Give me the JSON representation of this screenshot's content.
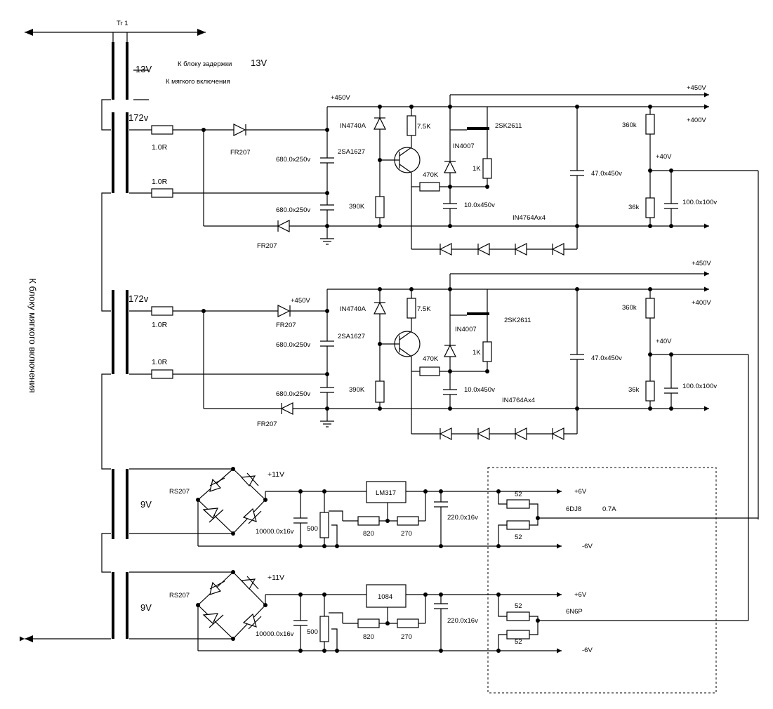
{
  "transformer": {
    "name": "Tr 1"
  },
  "windings": {
    "w13": "13V",
    "w172a": "172v",
    "w172b": "172v",
    "w9a": "9V",
    "w9b": "9V"
  },
  "notes": {
    "delay_label": "К блоку задержки",
    "delay_volt": "13V",
    "soft_label": "К мягкого  включения",
    "side_label": "К блоку мягкого включения"
  },
  "channel1": {
    "rail_top": "+450V",
    "out_hi": "+450V",
    "out_mid": "+400V",
    "out_low": "+40V",
    "r_top": "1.0R",
    "r_bot": "1.0R",
    "d_top": "FR207",
    "d_bot": "FR207",
    "c_top": "680.0x250v",
    "c_bot": "680.0x250v",
    "zener": "IN4740A",
    "transistor": "2SA1627",
    "r75": "7.5K",
    "r390": "390K",
    "r470": "470K",
    "diode": "IN4007",
    "mosfet": "2SK2611",
    "r1k": "1K",
    "c10": "10.0x450v",
    "c47": "47.0x450v",
    "zstring": "IN4764Ax4",
    "r360": "360k",
    "r36": "36k",
    "c100": "100.0x100v"
  },
  "channel2": {
    "rail_top": "+450V",
    "out_hi": "+450V",
    "out_mid": "+400V",
    "out_low": "+40V",
    "r_top": "1.0R",
    "r_bot": "1.0R",
    "d_top": "FR207",
    "d_bot": "FR207",
    "c_top": "680.0x250v",
    "c_bot": "680.0x250v",
    "zener": "IN4740A",
    "transistor": "2SA1627",
    "r75": "7.5K",
    "r390": "390K",
    "r470": "470K",
    "diode": "IN4007",
    "mosfet": "2SK2611",
    "r1k": "1K",
    "c10": "10.0x450v",
    "c47": "47.0x450v",
    "zstring": "IN4764Ax4",
    "r360": "360k",
    "r36": "36k",
    "c100": "100.0x100v"
  },
  "heater1": {
    "bridge": "RS207",
    "vin": "+11V",
    "c_in": "10000.0x16v",
    "reg": "LM317",
    "pot": "500",
    "r1": "820",
    "r2": "270",
    "c_out": "220.0x16v",
    "pos": "+6V",
    "neg": "-6V",
    "ra": "52",
    "rb": "52",
    "tube": "6DJ8",
    "current": "0.7A"
  },
  "heater2": {
    "bridge": "RS207",
    "vin": "+11V",
    "c_in": "10000.0x16v",
    "reg": "1084",
    "pot": "500",
    "r1": "820",
    "r2": "270",
    "c_out": "220.0x16v",
    "pos": "+6V",
    "neg": "-6V",
    "ra": "52",
    "rb": "52",
    "tube": "6N6P"
  }
}
